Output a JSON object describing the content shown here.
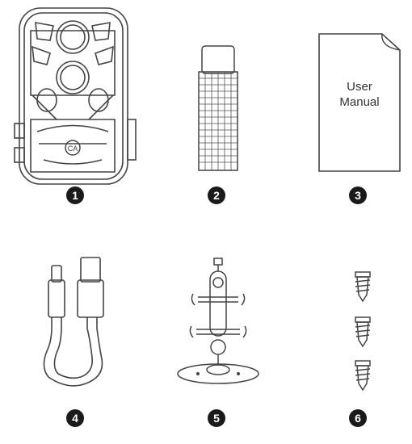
{
  "items": [
    {
      "number": "1",
      "icon": "trail-camera-icon"
    },
    {
      "number": "2",
      "icon": "strap-icon"
    },
    {
      "number": "3",
      "icon": "user-manual-icon"
    },
    {
      "number": "4",
      "icon": "usb-cable-icon"
    },
    {
      "number": "5",
      "icon": "mount-bracket-icon"
    },
    {
      "number": "6",
      "icon": "screws-icon"
    }
  ],
  "manual": {
    "line1": "User",
    "line2": "Manual"
  },
  "camera": {
    "logo": "CA"
  }
}
